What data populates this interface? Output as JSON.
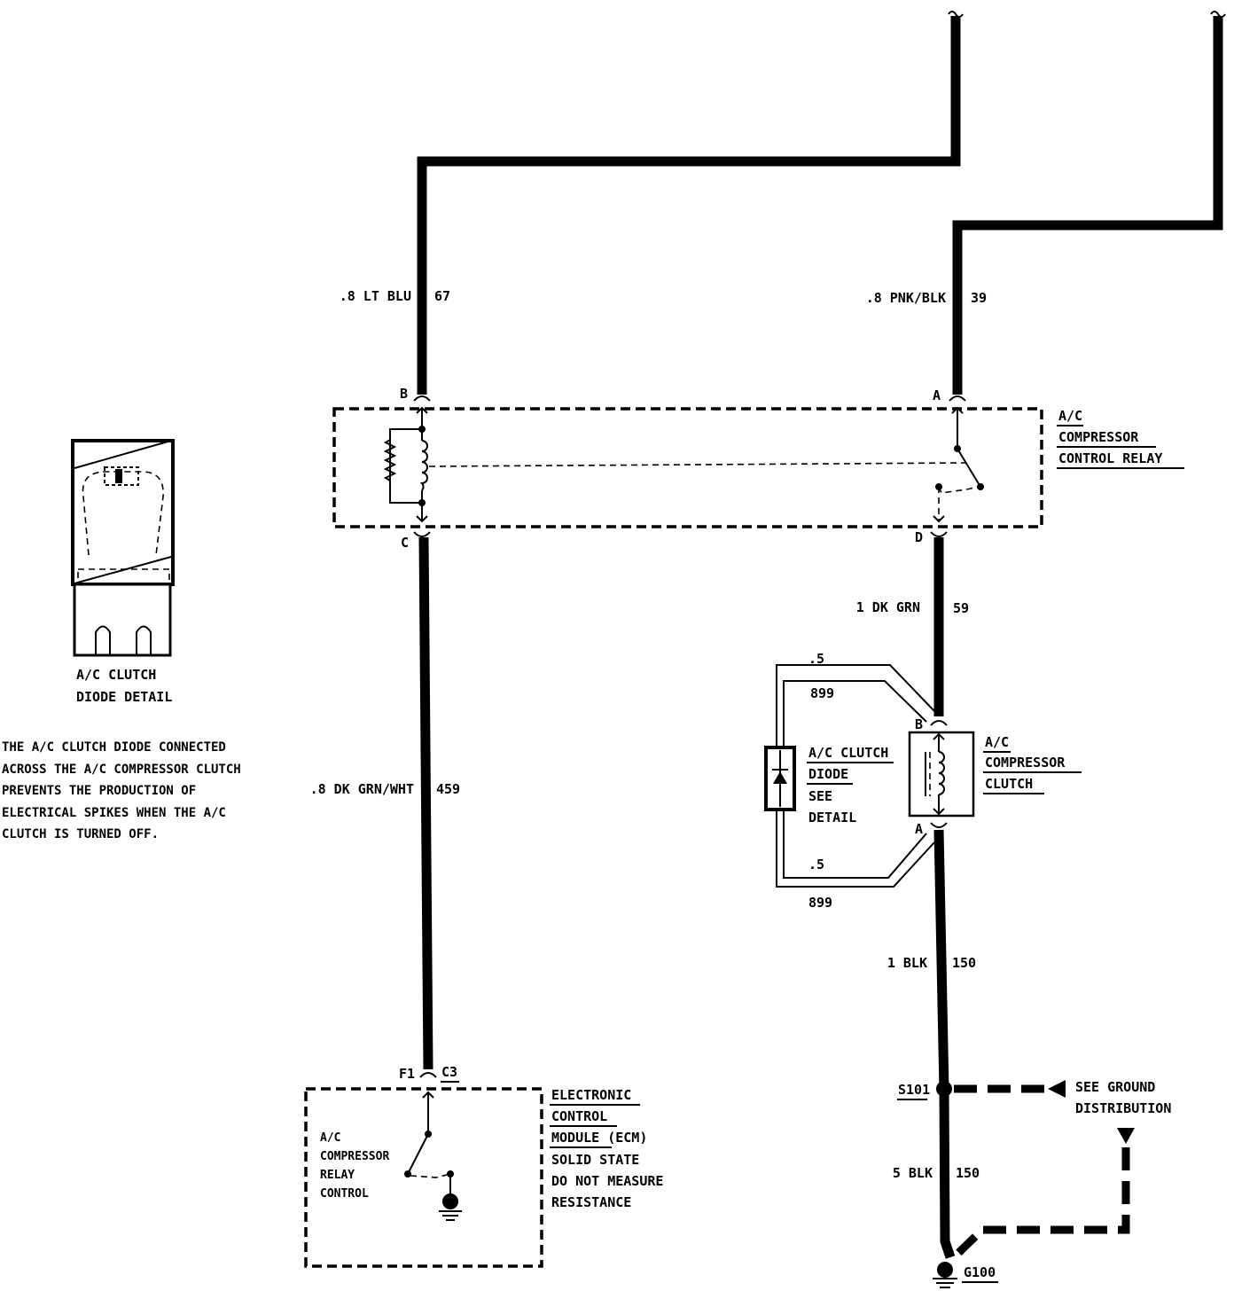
{
  "relay": {
    "title_lines": [
      "A/C",
      "COMPRESSOR",
      "CONTROL RELAY"
    ],
    "pins": {
      "b": "B",
      "a": "A",
      "c": "C",
      "d": "D"
    }
  },
  "wires": {
    "w67": {
      "gauge_color": ".8 LT BLU",
      "circuit": "67"
    },
    "w39": {
      "gauge_color": ".8 PNK/BLK",
      "circuit": "39"
    },
    "w459": {
      "gauge_color": ".8 DK GRN/WHT",
      "circuit": "459"
    },
    "w59": {
      "gauge_color": "1 DK GRN",
      "circuit": "59"
    },
    "w150a": {
      "gauge_color": "1 BLK",
      "circuit": "150"
    },
    "w150b": {
      "gauge_color": "5 BLK",
      "circuit": "150"
    },
    "diode_top": {
      "gauge": ".5",
      "circuit": "899"
    },
    "diode_bottom": {
      "gauge": ".5",
      "circuit": "899"
    }
  },
  "clutch": {
    "title_lines": [
      "A/C",
      "COMPRESSOR",
      "CLUTCH"
    ],
    "pins": {
      "b": "B",
      "a": "A"
    }
  },
  "diode": {
    "title_lines": [
      "A/C CLUTCH",
      "DIODE"
    ],
    "note_lines": [
      "SEE",
      "DETAIL"
    ]
  },
  "detail": {
    "caption_lines": [
      "A/C CLUTCH",
      "DIODE DETAIL"
    ],
    "description_lines": [
      "THE A/C CLUTCH DIODE CONNECTED",
      "ACROSS THE A/C COMPRESSOR CLUTCH",
      "PREVENTS THE PRODUCTION OF",
      "ELECTRICAL SPIKES WHEN THE A/C",
      "CLUTCH IS TURNED OFF."
    ]
  },
  "ecm": {
    "title_lines": [
      "ELECTRONIC",
      "CONTROL",
      "MODULE (ECM)"
    ],
    "note_lines": [
      "SOLID STATE",
      "DO NOT MEASURE",
      "RESISTANCE"
    ],
    "internal_lines": [
      "A/C",
      "COMPRESSOR",
      "RELAY",
      "CONTROL"
    ],
    "pin": "F1",
    "connector": "C3"
  },
  "ground": {
    "splice": "S101",
    "ground_point": "G100",
    "see_lines": [
      "SEE GROUND",
      "DISTRIBUTION"
    ]
  }
}
